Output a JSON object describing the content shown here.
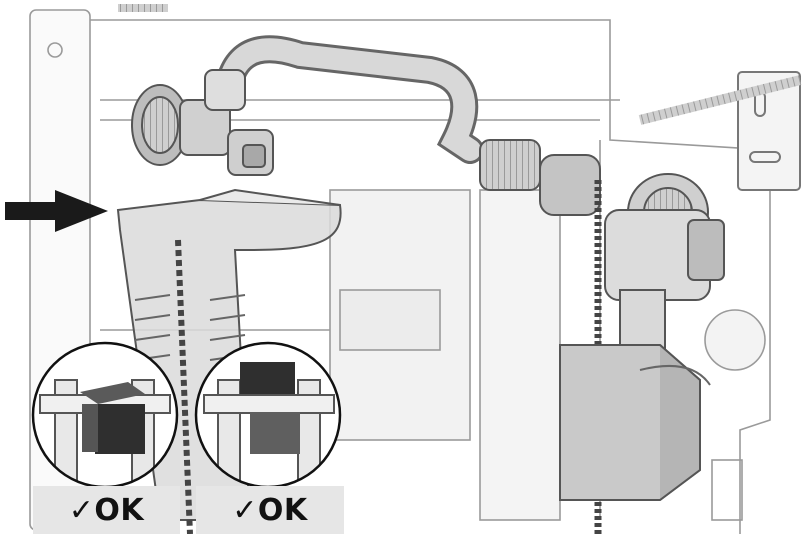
{
  "labels": {
    "ok_left": "✓OK",
    "ok_right": "✓OK"
  },
  "icons": {
    "pointer": "right-arrow-icon",
    "wrong_mount_detail": "block-on-rail-detail",
    "right_mount_detail": "block-on-rail-detail"
  },
  "colors": {
    "line": "#555555",
    "mid_gray": "#bdbdbd",
    "dark_block": "#2f2f2f",
    "label_bg": "#e6e6e6"
  }
}
